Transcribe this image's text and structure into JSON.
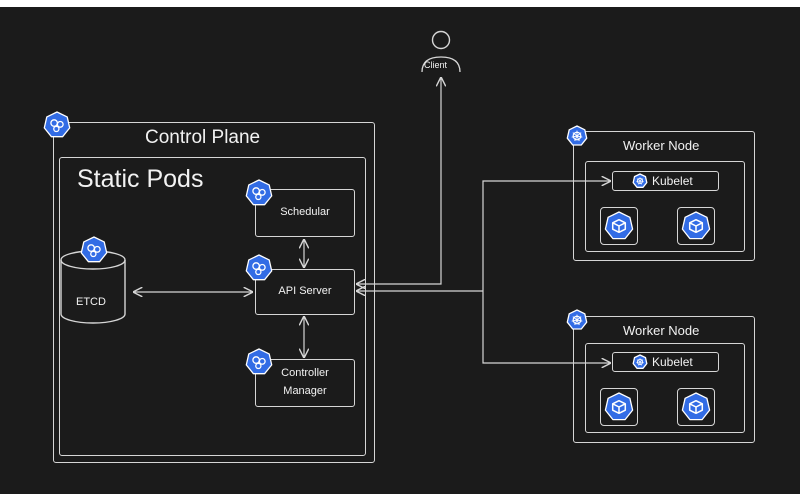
{
  "client": {
    "label": "Client"
  },
  "control_plane": {
    "title": "Control Plane",
    "static_pods": {
      "title": "Static Pods",
      "etcd": "ETCD",
      "scheduler": "Schedular",
      "api_server": "API Server",
      "controller_manager": [
        "Controller",
        "Manager"
      ]
    }
  },
  "worker_nodes": [
    {
      "title": "Worker Node",
      "kubelet": "Kubelet",
      "pods": 2
    },
    {
      "title": "Worker Node",
      "kubelet": "Kubelet",
      "pods": 2
    }
  ],
  "colors": {
    "background": "#1b1b1b",
    "line": "#d6d6d6",
    "k8s_blue": "#326ce5",
    "text": "#f2f2f2"
  },
  "icons": [
    "kubernetes-icon",
    "pod-cube-icon",
    "person-icon"
  ]
}
